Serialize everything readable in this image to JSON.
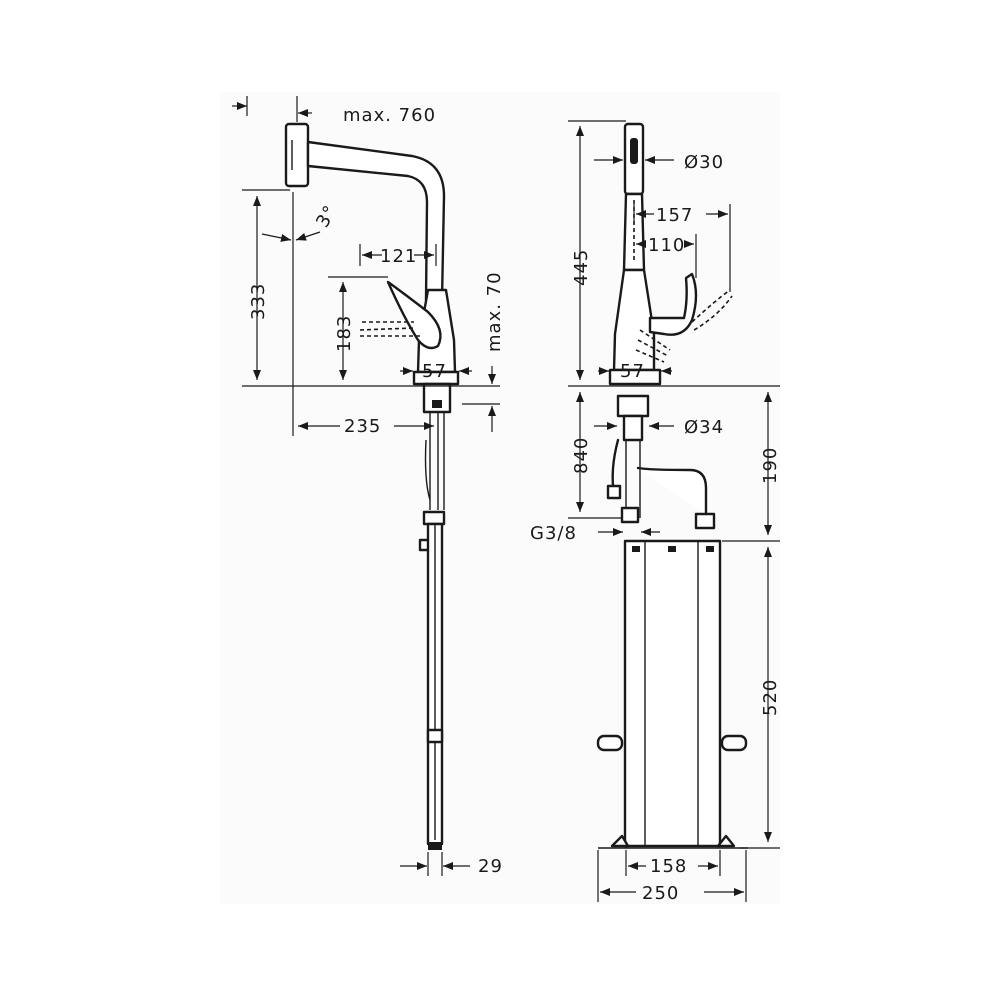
{
  "diagram": {
    "colors": {
      "line": "#1a1a1a",
      "background": "#ffffff",
      "frame": "#f6f6f6"
    },
    "side_view_labels": {
      "reach_max": "max. 760",
      "angle": "3°",
      "height_total": "333",
      "handle_reach": "121",
      "handle_height": "183",
      "deck_max": "max. 70",
      "base_diameter_side": "57",
      "spout_reach": "235",
      "hose_width": "29"
    },
    "front_view_labels": {
      "spout_diameter": "Ø30",
      "lever_157": "157",
      "lever_110": "110",
      "height_front": "445",
      "base_diameter_front": "57",
      "shank_diameter": "Ø34",
      "hose_length": "840",
      "thread": "G3/8",
      "height_190": "190",
      "box_height": "520",
      "box_inner_width": "158",
      "box_outer_width": "250"
    }
  }
}
